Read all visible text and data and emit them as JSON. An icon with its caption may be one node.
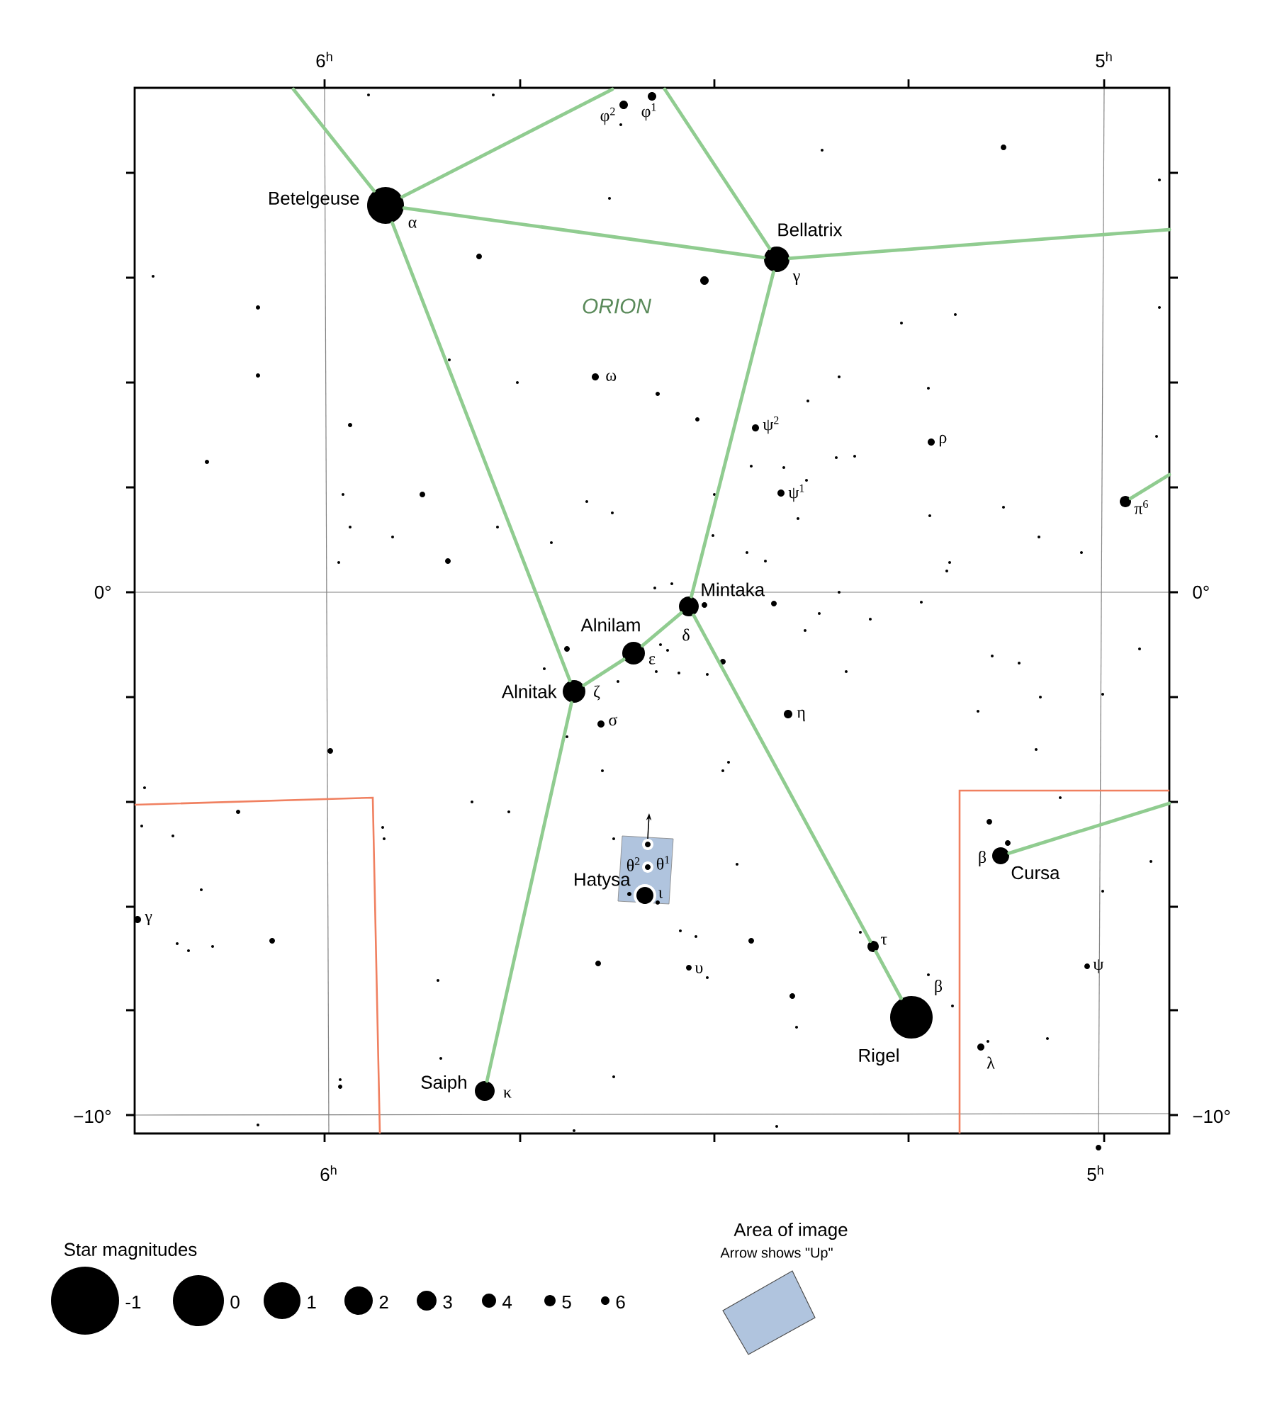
{
  "diagram": {
    "nodes": [
      {
        "text": [
          "Betelgeuse"
        ],
        "beside": [
          "α"
        ]
      },
      {
        "text": [
          "Bellatrix"
        ],
        "beside": [
          "γ"
        ]
      },
      {
        "text": [
          "Mintaka"
        ],
        "beside": [
          "δ"
        ]
      },
      {
        "text": [
          "Alnilam"
        ],
        "beside": [
          "ε"
        ]
      },
      {
        "text": [
          "Alnitak"
        ],
        "beside": [
          "ζ"
        ]
      },
      {
        "text": [
          "Saiph"
        ],
        "beside": [
          "κ"
        ]
      },
      {
        "text": [
          "Rigel"
        ],
        "beside": [
          "β"
        ]
      },
      {
        "text": [
          "Cursa"
        ],
        "beside": [
          "β"
        ]
      },
      {
        "text": [
          "τ"
        ]
      },
      {
        "text": [
          "π$^{6}$"
        ]
      },
      {
        "text": [
          "Hatysa"
        ],
        "beside": [
          "ι"
        ]
      }
    ],
    "edges": [
      {
        "from": null,
        "to": 0,
        "arrow": "none"
      },
      {
        "from": 0,
        "to": null,
        "arrow": "none"
      },
      {
        "from": 0,
        "to": 1,
        "arrow": "none"
      },
      {
        "from": 1,
        "to": null,
        "arrow": "none"
      },
      {
        "from": 1,
        "to": null,
        "arrow": "none"
      },
      {
        "from": 0,
        "to": 4,
        "arrow": "none"
      },
      {
        "from": 4,
        "to": 5,
        "arrow": "none"
      },
      {
        "from": 1,
        "to": 2,
        "arrow": "none"
      },
      {
        "from": 2,
        "to": 3,
        "arrow": "none"
      },
      {
        "from": 3,
        "to": 4,
        "arrow": "none"
      },
      {
        "from": 2,
        "to": 8,
        "arrow": "none"
      },
      {
        "from": 8,
        "to": 6,
        "arrow": "none"
      },
      {
        "from": 9,
        "to": null,
        "arrow": "none"
      },
      {
        "from": 7,
        "to": null,
        "arrow": "none"
      }
    ],
    "labels": [
      "6$^{h}$",
      "5$^{h}$",
      "φ$^{2}$",
      "φ$^{1}$",
      "ORION",
      "ω",
      "ψ$^{2}$",
      "ρ",
      "ψ$^{1}$",
      "0°",
      "0°",
      "σ",
      "η",
      "θ$^{2}$",
      "θ$^{1}$",
      "γ",
      "υ",
      "ψ",
      "λ",
      "−10°",
      "−10°",
      "6$^{h}$",
      "5$^{h}$",
      "Star magnitudes",
      "Area of image",
      "Arrow shows \"Up\""
    ],
    "legend": [
      {
        "text": "-1"
      },
      {
        "text": "0"
      },
      {
        "text": "1"
      },
      {
        "text": "2"
      },
      {
        "text": "3"
      },
      {
        "text": "4"
      },
      {
        "text": "5"
      },
      {
        "text": "6"
      }
    ]
  }
}
